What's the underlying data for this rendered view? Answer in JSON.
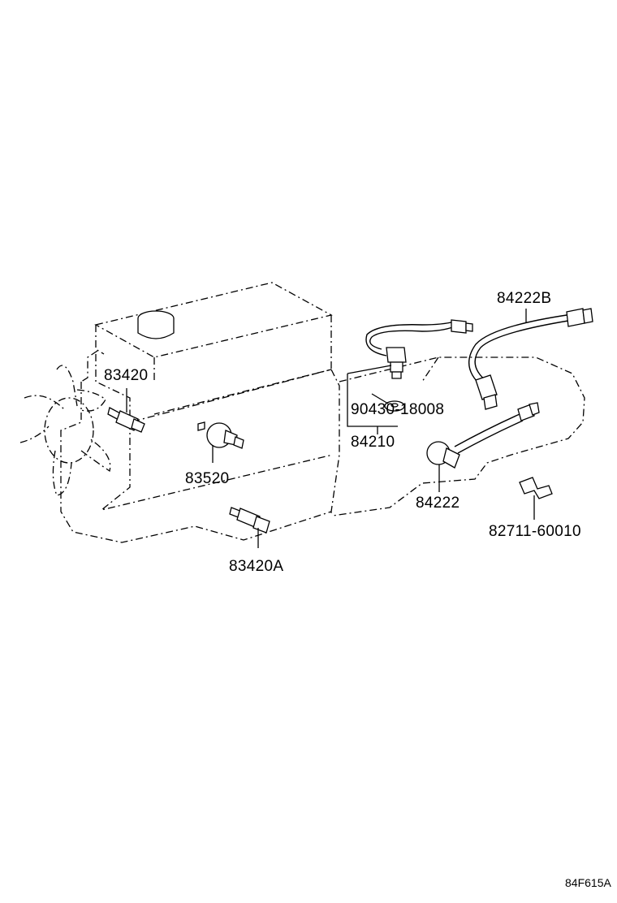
{
  "diagram": {
    "parts": [
      {
        "id": "p83420",
        "number": "83420"
      },
      {
        "id": "p83520",
        "number": "83520"
      },
      {
        "id": "p83420a",
        "number": "83420A"
      },
      {
        "id": "p90430",
        "number": "90430-18008"
      },
      {
        "id": "p84210",
        "number": "84210"
      },
      {
        "id": "p84222b",
        "number": "84222B"
      },
      {
        "id": "p84222",
        "number": "84222"
      },
      {
        "id": "p82711",
        "number": "82711-60010"
      }
    ],
    "reference_code": "84F615A"
  }
}
